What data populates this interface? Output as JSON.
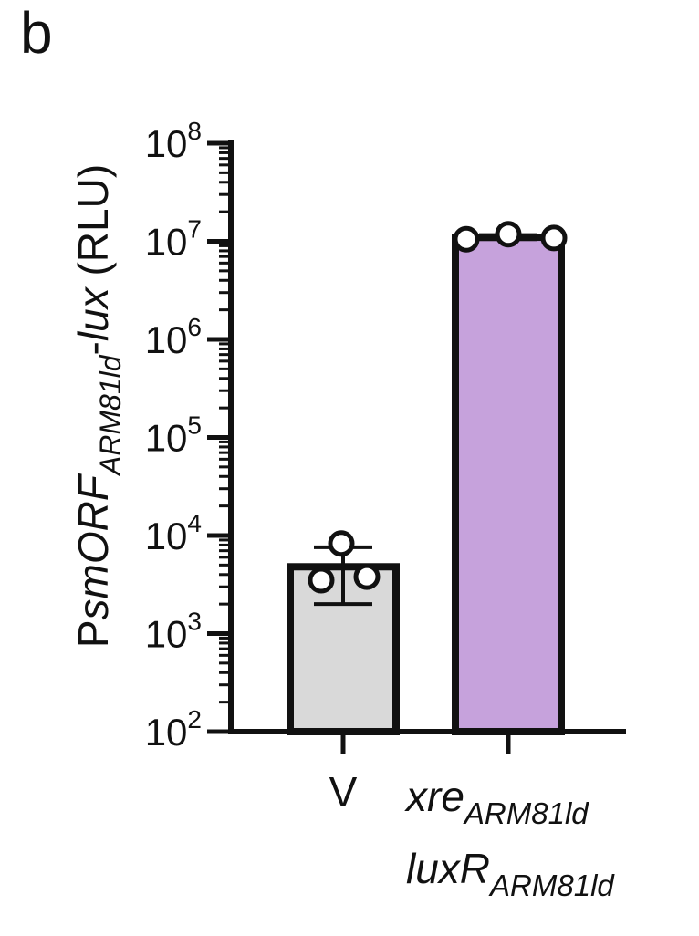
{
  "panel_label": "b",
  "colors": {
    "axis": "#111111",
    "bar_outline": "#111111",
    "point_fill": "#ffffff"
  },
  "chart_data": {
    "type": "bar",
    "yscale": "log",
    "ylim": [
      100,
      100000000
    ],
    "ytick_labels": [
      {
        "base": "10",
        "exp": "2"
      },
      {
        "base": "10",
        "exp": "3"
      },
      {
        "base": "10",
        "exp": "4"
      },
      {
        "base": "10",
        "exp": "5"
      },
      {
        "base": "10",
        "exp": "6"
      },
      {
        "base": "10",
        "exp": "7"
      },
      {
        "base": "10",
        "exp": "8"
      }
    ],
    "ylabel": {
      "prefix": "P",
      "italic": "smORF",
      "sub": "ARM81ld",
      "dash": "-",
      "italic2": "lux",
      "suffix": " (RLU)"
    },
    "categories": [
      {
        "lines": [
          {
            "text": "V",
            "italic": false,
            "sub": ""
          }
        ]
      },
      {
        "lines": [
          {
            "text": "xre",
            "italic": true,
            "sub": "ARM81ld"
          },
          {
            "text": "luxR",
            "italic": true,
            "sub": "ARM81ld"
          }
        ]
      }
    ],
    "bars": [
      {
        "value": 4800,
        "error_low": 2000,
        "error_high": 7600,
        "color": "#d9d9d9",
        "points": [
          8300,
          3500,
          3800
        ]
      },
      {
        "value": 11000000,
        "error_low": 10500000,
        "error_high": 11600000,
        "color": "#c6a2dc",
        "points": [
          10500000,
          11800000,
          10800000
        ]
      }
    ],
    "grid": false
  }
}
